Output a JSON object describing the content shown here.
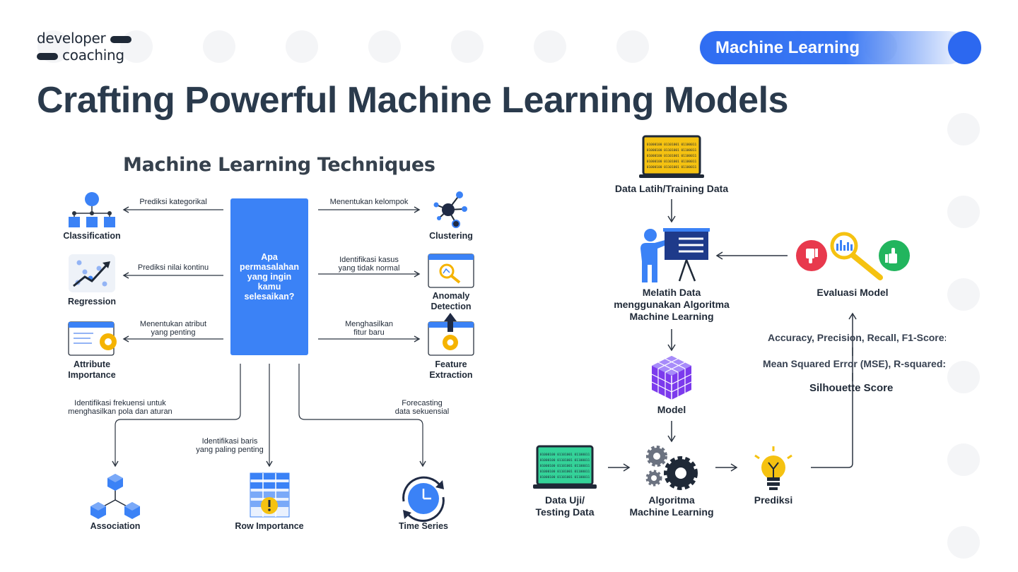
{
  "brand": {
    "line1": "developer",
    "line2": "coaching"
  },
  "header": {
    "tag": "Machine Learning",
    "title": "Crafting Powerful Machine Learning Models"
  },
  "techniques": {
    "heading": "Machine Learning Techniques",
    "center": "Apa permasalahan yang ingin kamu selesaikan?",
    "left": [
      {
        "name": "Classification",
        "desc": "Prediksi kategorikal",
        "icon": "hierarchy-icon"
      },
      {
        "name": "Regression",
        "desc": "Prediksi nilai kontinu",
        "icon": "trend-chart-icon"
      },
      {
        "name1": "Attribute",
        "name2": "Importance",
        "desc1": "Menentukan atribut",
        "desc2": "yang penting",
        "icon": "window-gear-icon"
      }
    ],
    "right": [
      {
        "name": "Clustering",
        "desc": "Menentukan kelompok",
        "icon": "cluster-nodes-icon"
      },
      {
        "name1": "Anomaly",
        "name2": "Detection",
        "desc1": "Identifikasi kasus",
        "desc2": "yang tidak normal",
        "icon": "window-magnifier-icon"
      },
      {
        "name1": "Feature",
        "name2": "Extraction",
        "desc1": "Menghasilkan",
        "desc2": "fitur baru",
        "icon": "window-upload-gear-icon"
      }
    ],
    "bottom": [
      {
        "name": "Association",
        "desc1": "Identifikasi frekuensi untuk",
        "desc2": "menghasilkan pola dan aturan",
        "icon": "cube-network-icon"
      },
      {
        "name": "Row Importance",
        "desc1": "Identifikasi baris",
        "desc2": "yang paling penting",
        "icon": "table-warning-icon"
      },
      {
        "name": "Time Series",
        "desc1": "Forecasting",
        "desc2": "data sekuensial",
        "icon": "clock-cycle-icon"
      }
    ]
  },
  "workflow": {
    "training_data": "Data Latih/Training Data",
    "train": [
      "Melatih Data",
      "menggunakan Algoritma",
      "Machine Learning"
    ],
    "model": "Model",
    "evaluation": "Evaluasi Model",
    "metrics": [
      "Accuracy, Precision, Recall, F1-Score:",
      "Mean Squared Error (MSE), R-squared:",
      "Silhouette Score"
    ],
    "testing_data": [
      "Data Uji/",
      "Testing Data"
    ],
    "algorithm": [
      "Algoritma",
      "Machine Learning"
    ],
    "prediction": "Prediksi",
    "binary_text": "01000100 01101001 01100011"
  },
  "colors": {
    "accent": "#3b82f6",
    "dark": "#1f2937",
    "title": "#2a3a4c",
    "yellow": "#f5c211",
    "purple": "#8b5cf6",
    "red": "#e8394d",
    "green": "#22b55e"
  }
}
